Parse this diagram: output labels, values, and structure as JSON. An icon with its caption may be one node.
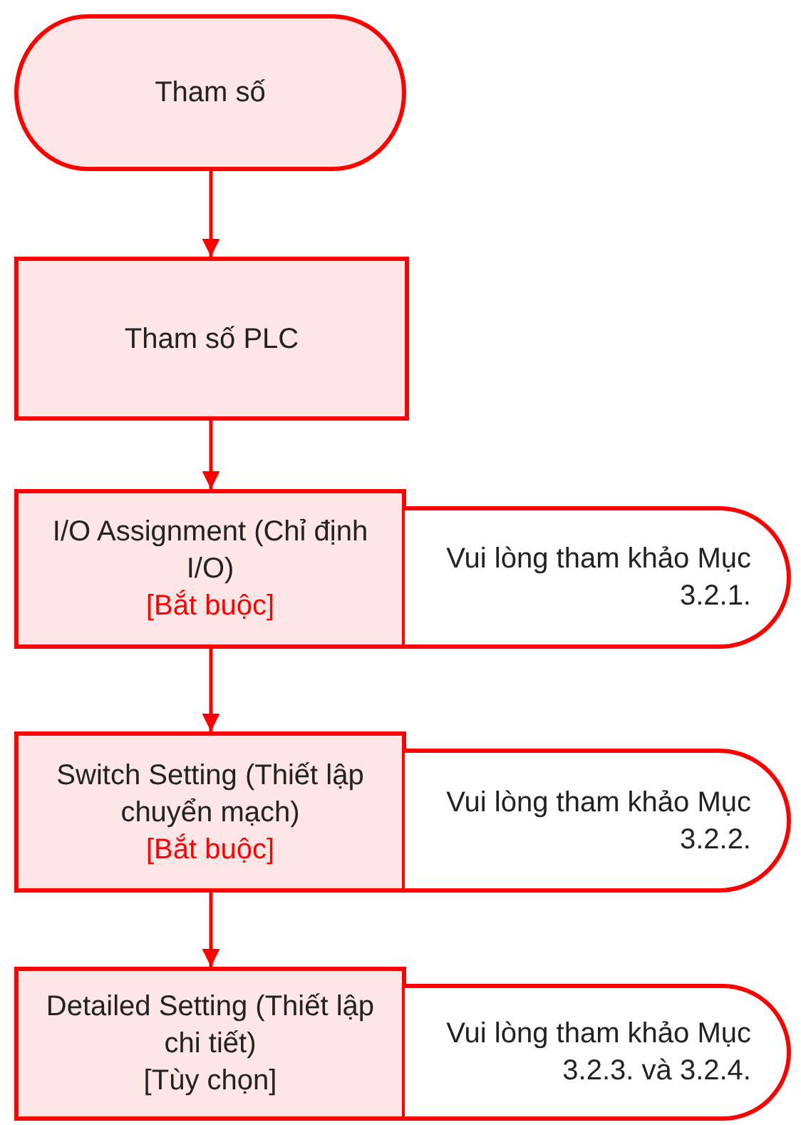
{
  "diagram": {
    "nodes": [
      {
        "text": [
          "Tham số"
        ]
      },
      {
        "text": [
          "Tham số PLC"
        ]
      },
      {
        "text": [
          "I/O Assignment (Chỉ định I/O)",
          "[Bắt buộc]"
        ]
      },
      {
        "text": [
          "Vui lòng tham khảo Mục 3.2.1."
        ]
      },
      {
        "text": [
          "Switch Setting (Thiết lập chuyển mạch)",
          "[Bắt buộc]"
        ]
      },
      {
        "text": [
          "Vui lòng tham khảo Mục 3.2.2."
        ]
      },
      {
        "text": [
          "Detailed Setting (Thiết lập chi tiết)",
          "[Tùy chọn]"
        ]
      },
      {
        "text": [
          "Vui lòng tham khảo Mục 3.2.3. và 3.2.4."
        ]
      }
    ],
    "edges": [
      {
        "from": 0,
        "to": 1,
        "arrow": "to"
      },
      {
        "from": 1,
        "to": 2,
        "arrow": "to"
      },
      {
        "from": 2,
        "to": 4,
        "arrow": "to"
      },
      {
        "from": 4,
        "to": 6,
        "arrow": "to"
      }
    ]
  }
}
